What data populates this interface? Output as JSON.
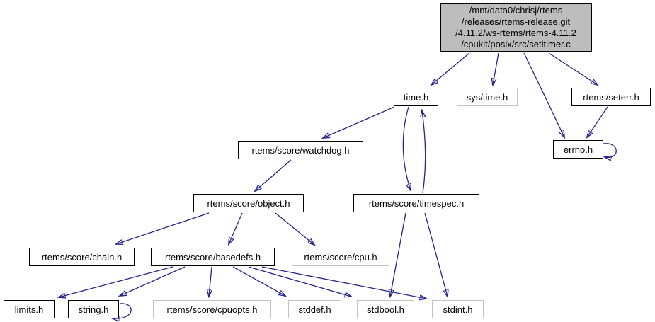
{
  "diagram": {
    "type": "include-dependency-graph",
    "root": {
      "line0": "/mnt/data0/chrisj/rtems",
      "line1": "/releases/rtems-release.git",
      "line2": "/4.11.2/ws-rtems/rtems-4.11.2",
      "line3": "/cpukit/posix/src/setitimer.c"
    },
    "nodes": {
      "time_h": {
        "label": "time.h",
        "documented": true
      },
      "sys_time_h": {
        "label": "sys/time.h",
        "documented": false
      },
      "seterr_h": {
        "label": "rtems/seterr.h",
        "documented": true
      },
      "errno_h": {
        "label": "errno.h",
        "documented": true
      },
      "watchdog_h": {
        "label": "rtems/score/watchdog.h",
        "documented": true
      },
      "object_h": {
        "label": "rtems/score/object.h",
        "documented": true
      },
      "timespec_h": {
        "label": "rtems/score/timespec.h",
        "documented": true
      },
      "chain_h": {
        "label": "rtems/score/chain.h",
        "documented": true
      },
      "basedefs_h": {
        "label": "rtems/score/basedefs.h",
        "documented": true
      },
      "cpu_h": {
        "label": "rtems/score/cpu.h",
        "documented": false
      },
      "limits_h": {
        "label": "limits.h",
        "documented": true
      },
      "string_h": {
        "label": "string.h",
        "documented": true
      },
      "cpuopts_h": {
        "label": "rtems/score/cpuopts.h",
        "documented": false
      },
      "stddef_h": {
        "label": "stddef.h",
        "documented": false
      },
      "stdbool_h": {
        "label": "stdbool.h",
        "documented": false
      },
      "stdint_h": {
        "label": "stdint.h",
        "documented": false
      }
    },
    "edges": [
      "setitimer.c -> time.h",
      "setitimer.c -> sys/time.h",
      "setitimer.c -> errno.h",
      "setitimer.c -> rtems/seterr.h",
      "rtems/seterr.h -> errno.h",
      "errno.h -> errno.h",
      "time.h -> rtems/score/watchdog.h",
      "time.h -> rtems/score/timespec.h",
      "rtems/score/timespec.h -> time.h",
      "rtems/score/watchdog.h -> rtems/score/object.h",
      "rtems/score/object.h -> rtems/score/chain.h",
      "rtems/score/object.h -> rtems/score/basedefs.h",
      "rtems/score/object.h -> rtems/score/cpu.h",
      "rtems/score/basedefs.h -> limits.h",
      "rtems/score/basedefs.h -> string.h",
      "string.h -> string.h",
      "rtems/score/basedefs.h -> rtems/score/cpuopts.h",
      "rtems/score/basedefs.h -> stddef.h",
      "rtems/score/basedefs.h -> stdbool.h",
      "rtems/score/basedefs.h -> stdint.h",
      "rtems/score/timespec.h -> stdbool.h",
      "rtems/score/timespec.h -> stdint.h"
    ],
    "colors": {
      "edge": "#24248c",
      "root_fill": "#bdbdbd",
      "documented_border": "#000000",
      "undocumented_border": "#c2c2c2",
      "node_fill": "#ffffff",
      "text": "#000000"
    }
  }
}
